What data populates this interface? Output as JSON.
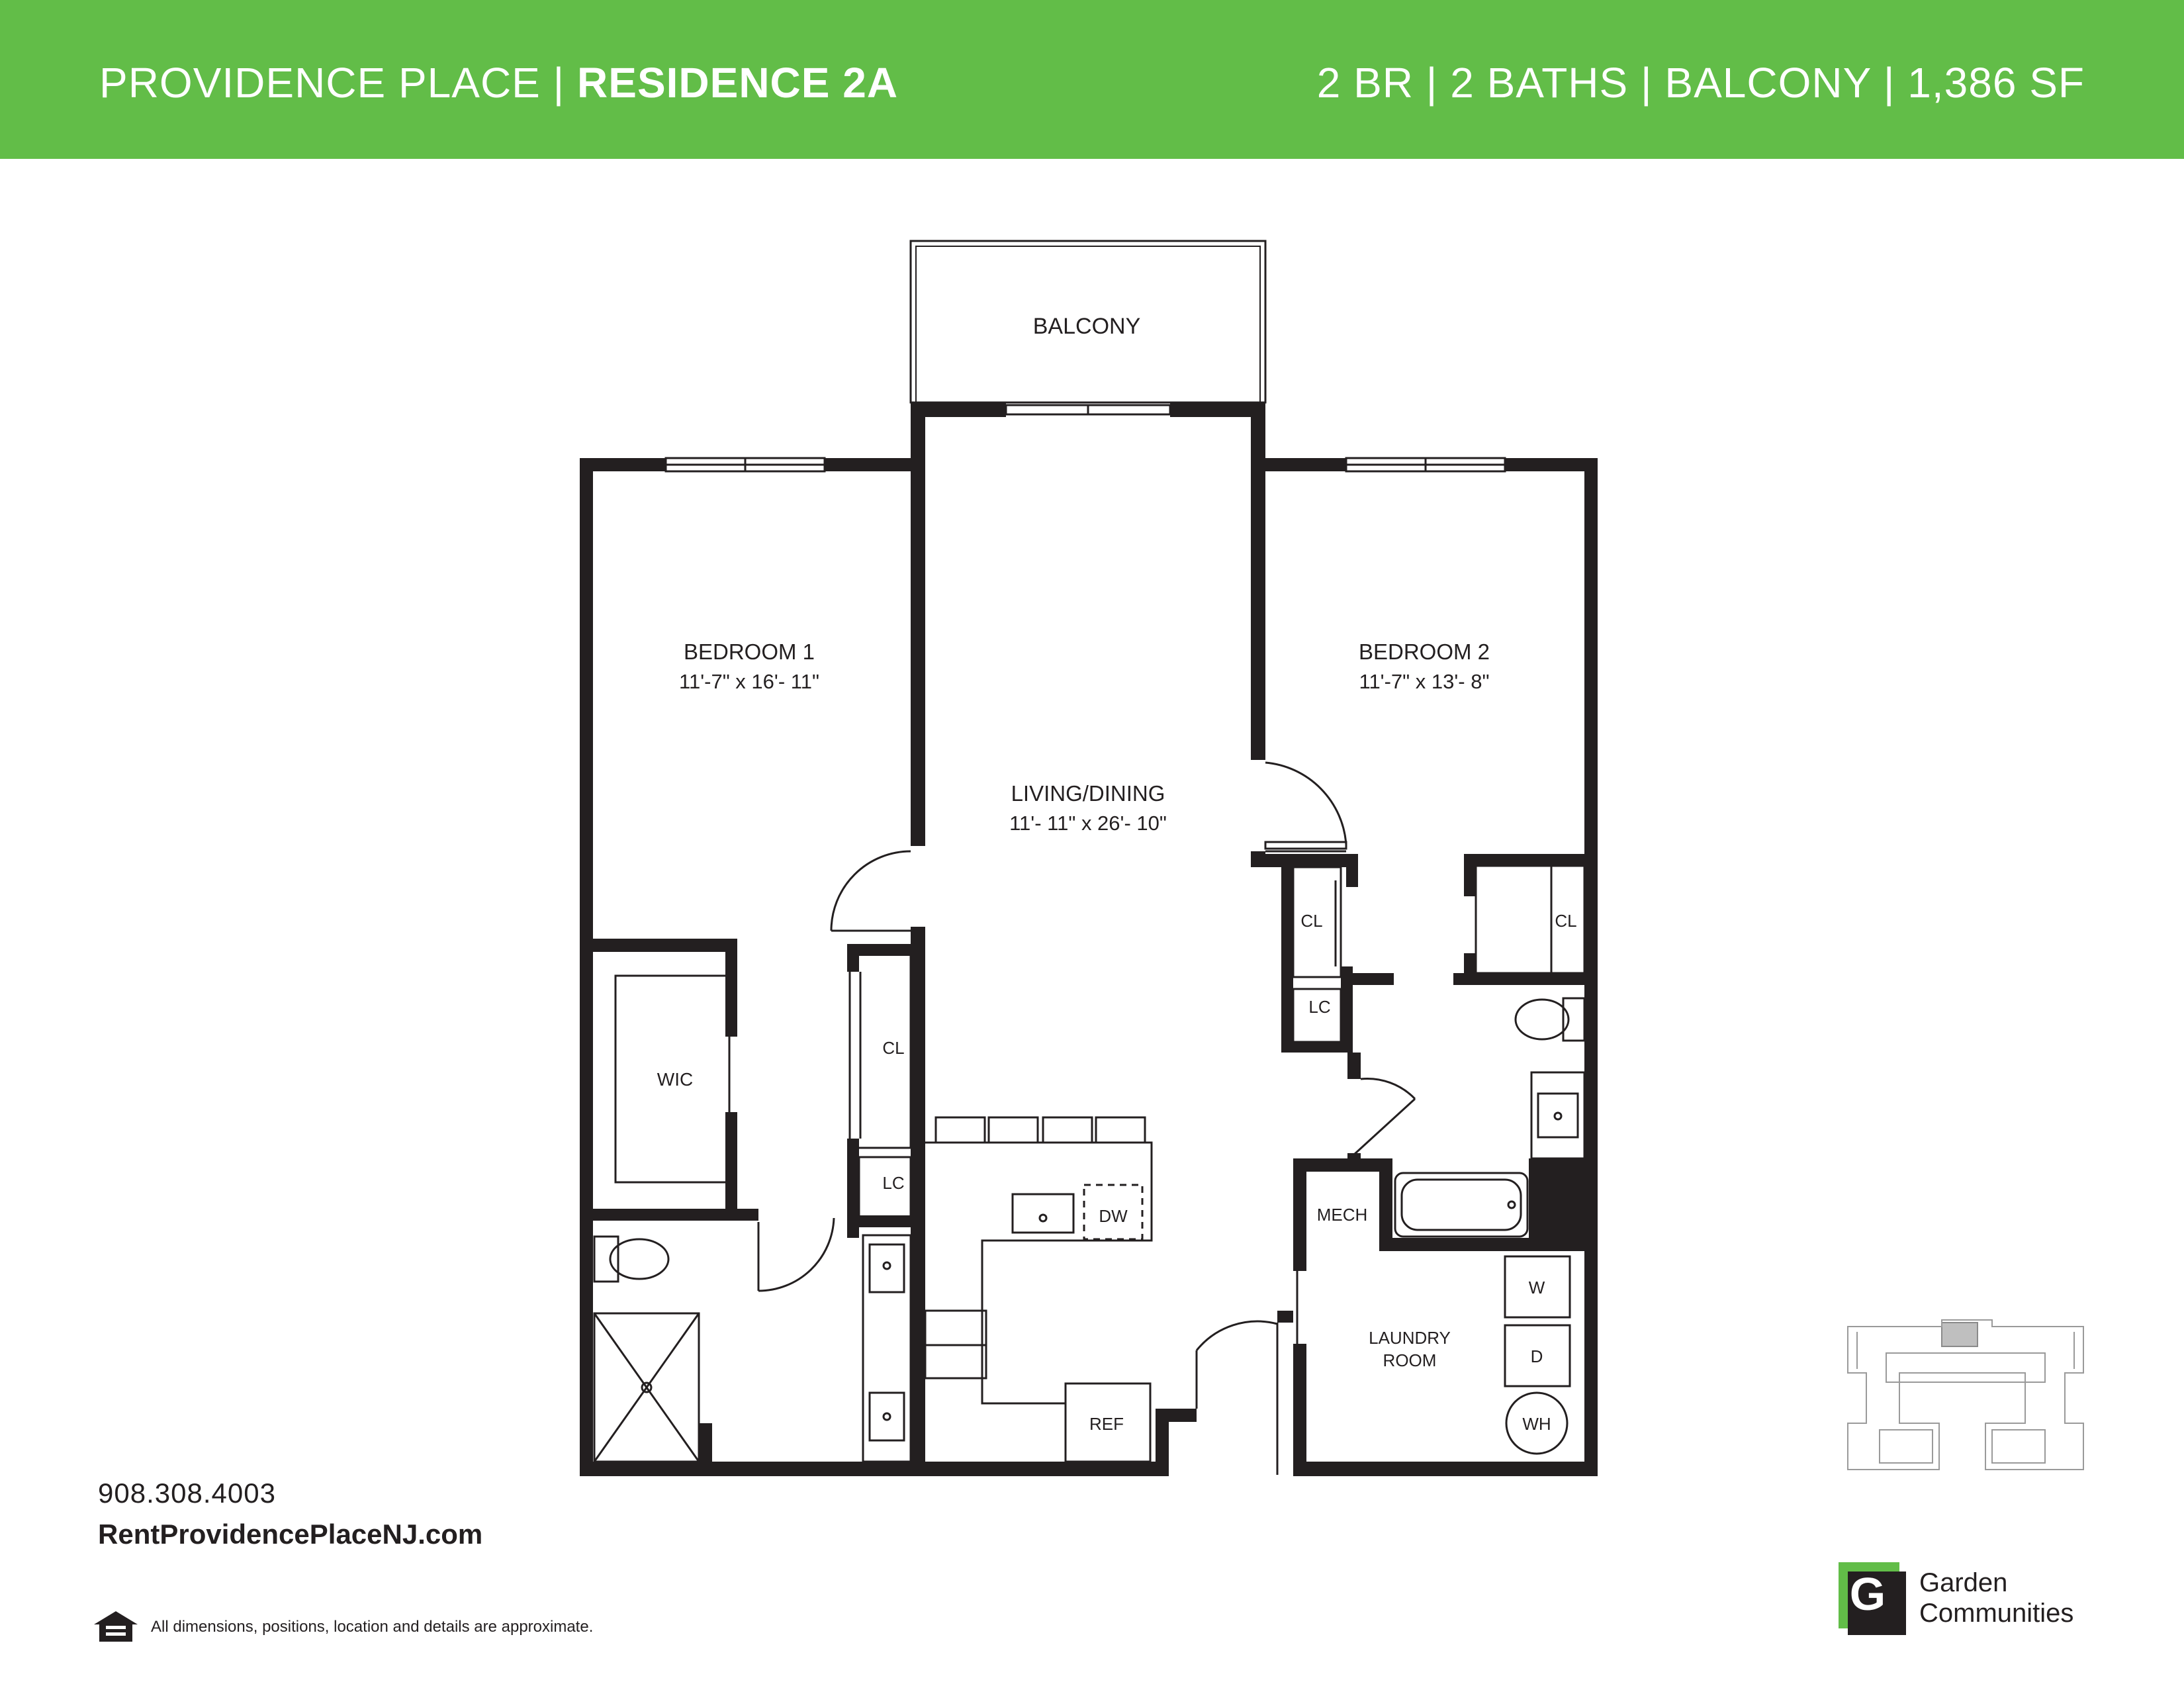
{
  "header": {
    "property_name": "PROVIDENCE PLACE",
    "separator": "|",
    "residence": "RESIDENCE 2A",
    "summary": "2 BR | 2 BATHS | BALCONY | 1,386 SF"
  },
  "rooms": {
    "balcony": "BALCONY",
    "bedroom1": {
      "name": "BEDROOM 1",
      "dims": "11'-7\" x 16'- 11\""
    },
    "bedroom2": {
      "name": "BEDROOM 2",
      "dims": "11'-7\" x 13'- 8\""
    },
    "living": {
      "name": "LIVING/DINING",
      "dims": "11'- 11\" x 26'- 10\""
    },
    "wic": "WIC",
    "cl_bed1": "CL",
    "lc_bed1": "LC",
    "cl_hall": "CL",
    "cl_bed2": "CL",
    "lc_hall": "LC",
    "mech": "MECH",
    "laundry_line1": "LAUNDRY",
    "laundry_line2": "ROOM",
    "washer": "W",
    "dryer": "D",
    "water_heater": "WH",
    "dishwasher": "DW",
    "refrigerator": "REF"
  },
  "contact": {
    "phone": "908.308.4003",
    "website": "RentProvidencePlaceNJ.com"
  },
  "footer": {
    "disclaimer": "All dimensions, positions, location and details are approximate."
  },
  "logo": {
    "letter": "G",
    "line1": "Garden",
    "line2": "Communities"
  },
  "colors": {
    "brand_green": "#62bd48",
    "wall": "#231f20",
    "keyplan_highlight": "#bfbfbf"
  },
  "icons": [
    "equal-housing-icon",
    "garden-communities-logo-icon"
  ]
}
